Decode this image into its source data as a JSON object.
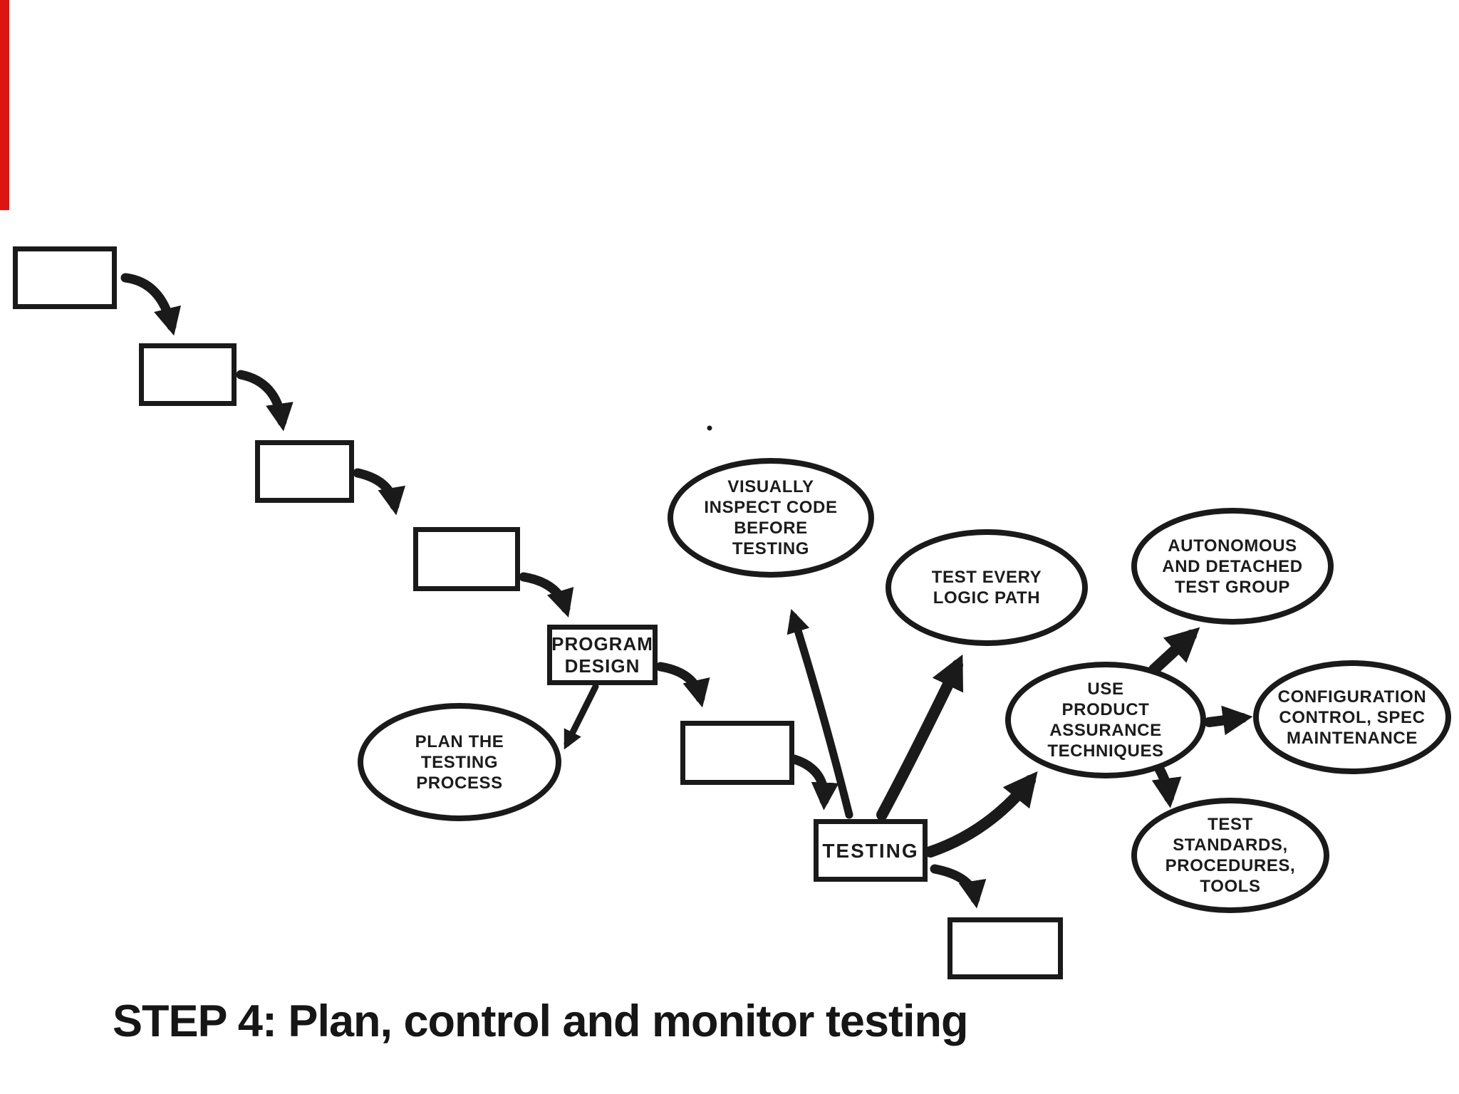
{
  "caption": {
    "text": "STEP 4: Plan, control and monitor testing"
  },
  "colors": {
    "ink": "#1a1a1a",
    "background": "#ffffff",
    "red_bar": "#de1412"
  },
  "nodes": {
    "program_design": {
      "label": "PROGRAM\nDESIGN"
    },
    "testing": {
      "label": "TESTING"
    },
    "plan_testing": {
      "label": "PLAN THE\nTESTING\nPROCESS"
    },
    "visually_inspect": {
      "label": "VISUALLY\nINSPECT CODE\nBEFORE\nTESTING"
    },
    "test_every_path": {
      "label": "TEST EVERY\nLOGIC PATH"
    },
    "use_product": {
      "label": "USE\nPRODUCT\nASSURANCE\nTECHNIQUES"
    },
    "autonomous_group": {
      "label": "AUTONOMOUS\nAND DETACHED\nTEST GROUP"
    },
    "config_control": {
      "label": "CONFIGURATION\nCONTROL, SPEC\nMAINTENANCE"
    },
    "test_standards": {
      "label": "TEST\nSTANDARDS,\nPROCEDURES,\nTOOLS"
    }
  }
}
